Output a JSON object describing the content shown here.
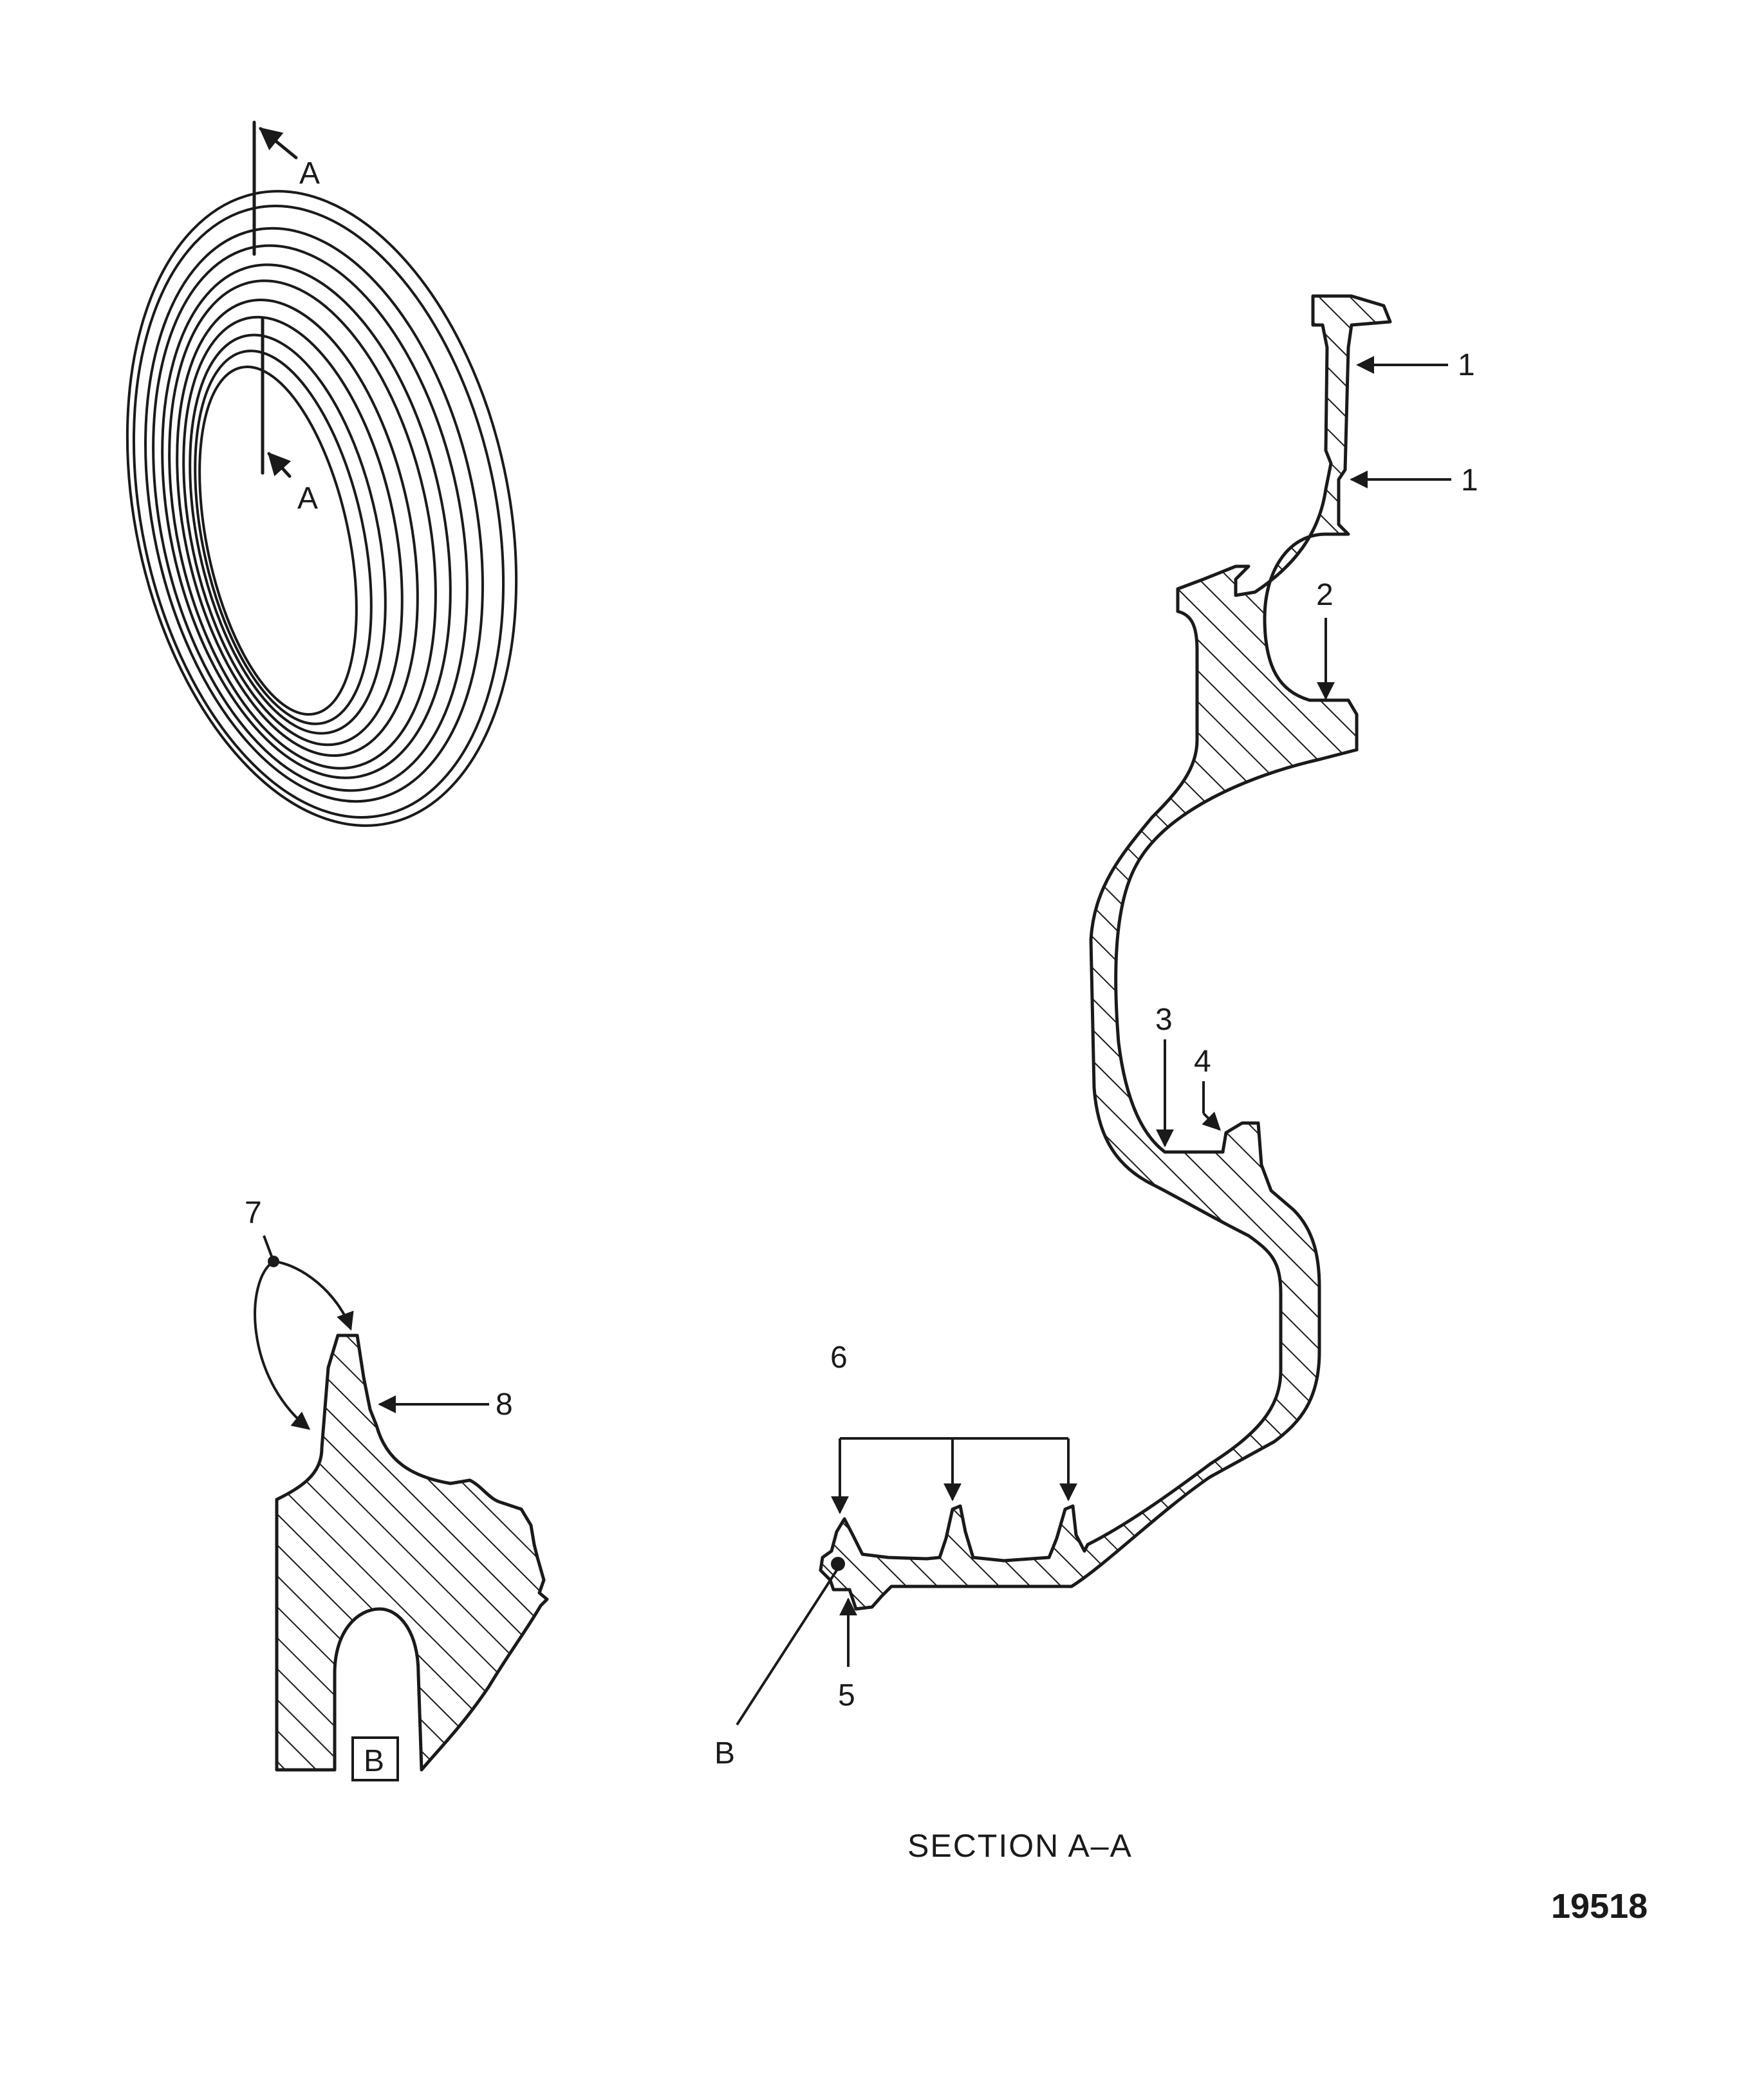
{
  "isometric_view": {
    "section_mark_top": "A",
    "section_mark_bottom": "A"
  },
  "section_view": {
    "caption": "SECTION A–A",
    "callouts": {
      "c1a": "1",
      "c1b": "1",
      "c2": "2",
      "c3": "3",
      "c4": "4",
      "c5": "5",
      "c6": "6",
      "detail_ref": "B"
    }
  },
  "detail_view": {
    "label": "B",
    "callouts": {
      "c7": "7",
      "c8": "8"
    }
  },
  "figure_number": "19518"
}
